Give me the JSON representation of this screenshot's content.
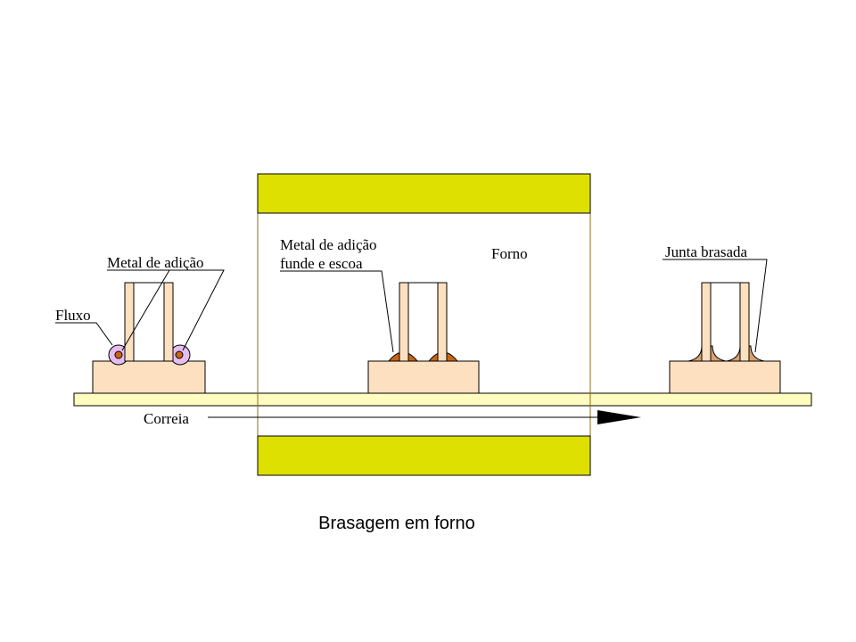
{
  "labels": {
    "metal_adicao": "Metal de adição",
    "fluxo": "Fluxo",
    "metal_funde_l1": "Metal de adição",
    "metal_funde_l2": "funde e escoa",
    "forno": "Forno",
    "junta_brasada": "Junta brasada",
    "correia": "Correia"
  },
  "caption": "Brasagem em forno",
  "colors": {
    "furnace_wall": "#dde000",
    "belt": "#fffcc0",
    "part": "#fde0c0",
    "flux": "#e7bdf0",
    "filler": "#c86414",
    "brazed": "#d9a070",
    "outline": "#000000",
    "furnace_outline": "#8a6d1a"
  }
}
